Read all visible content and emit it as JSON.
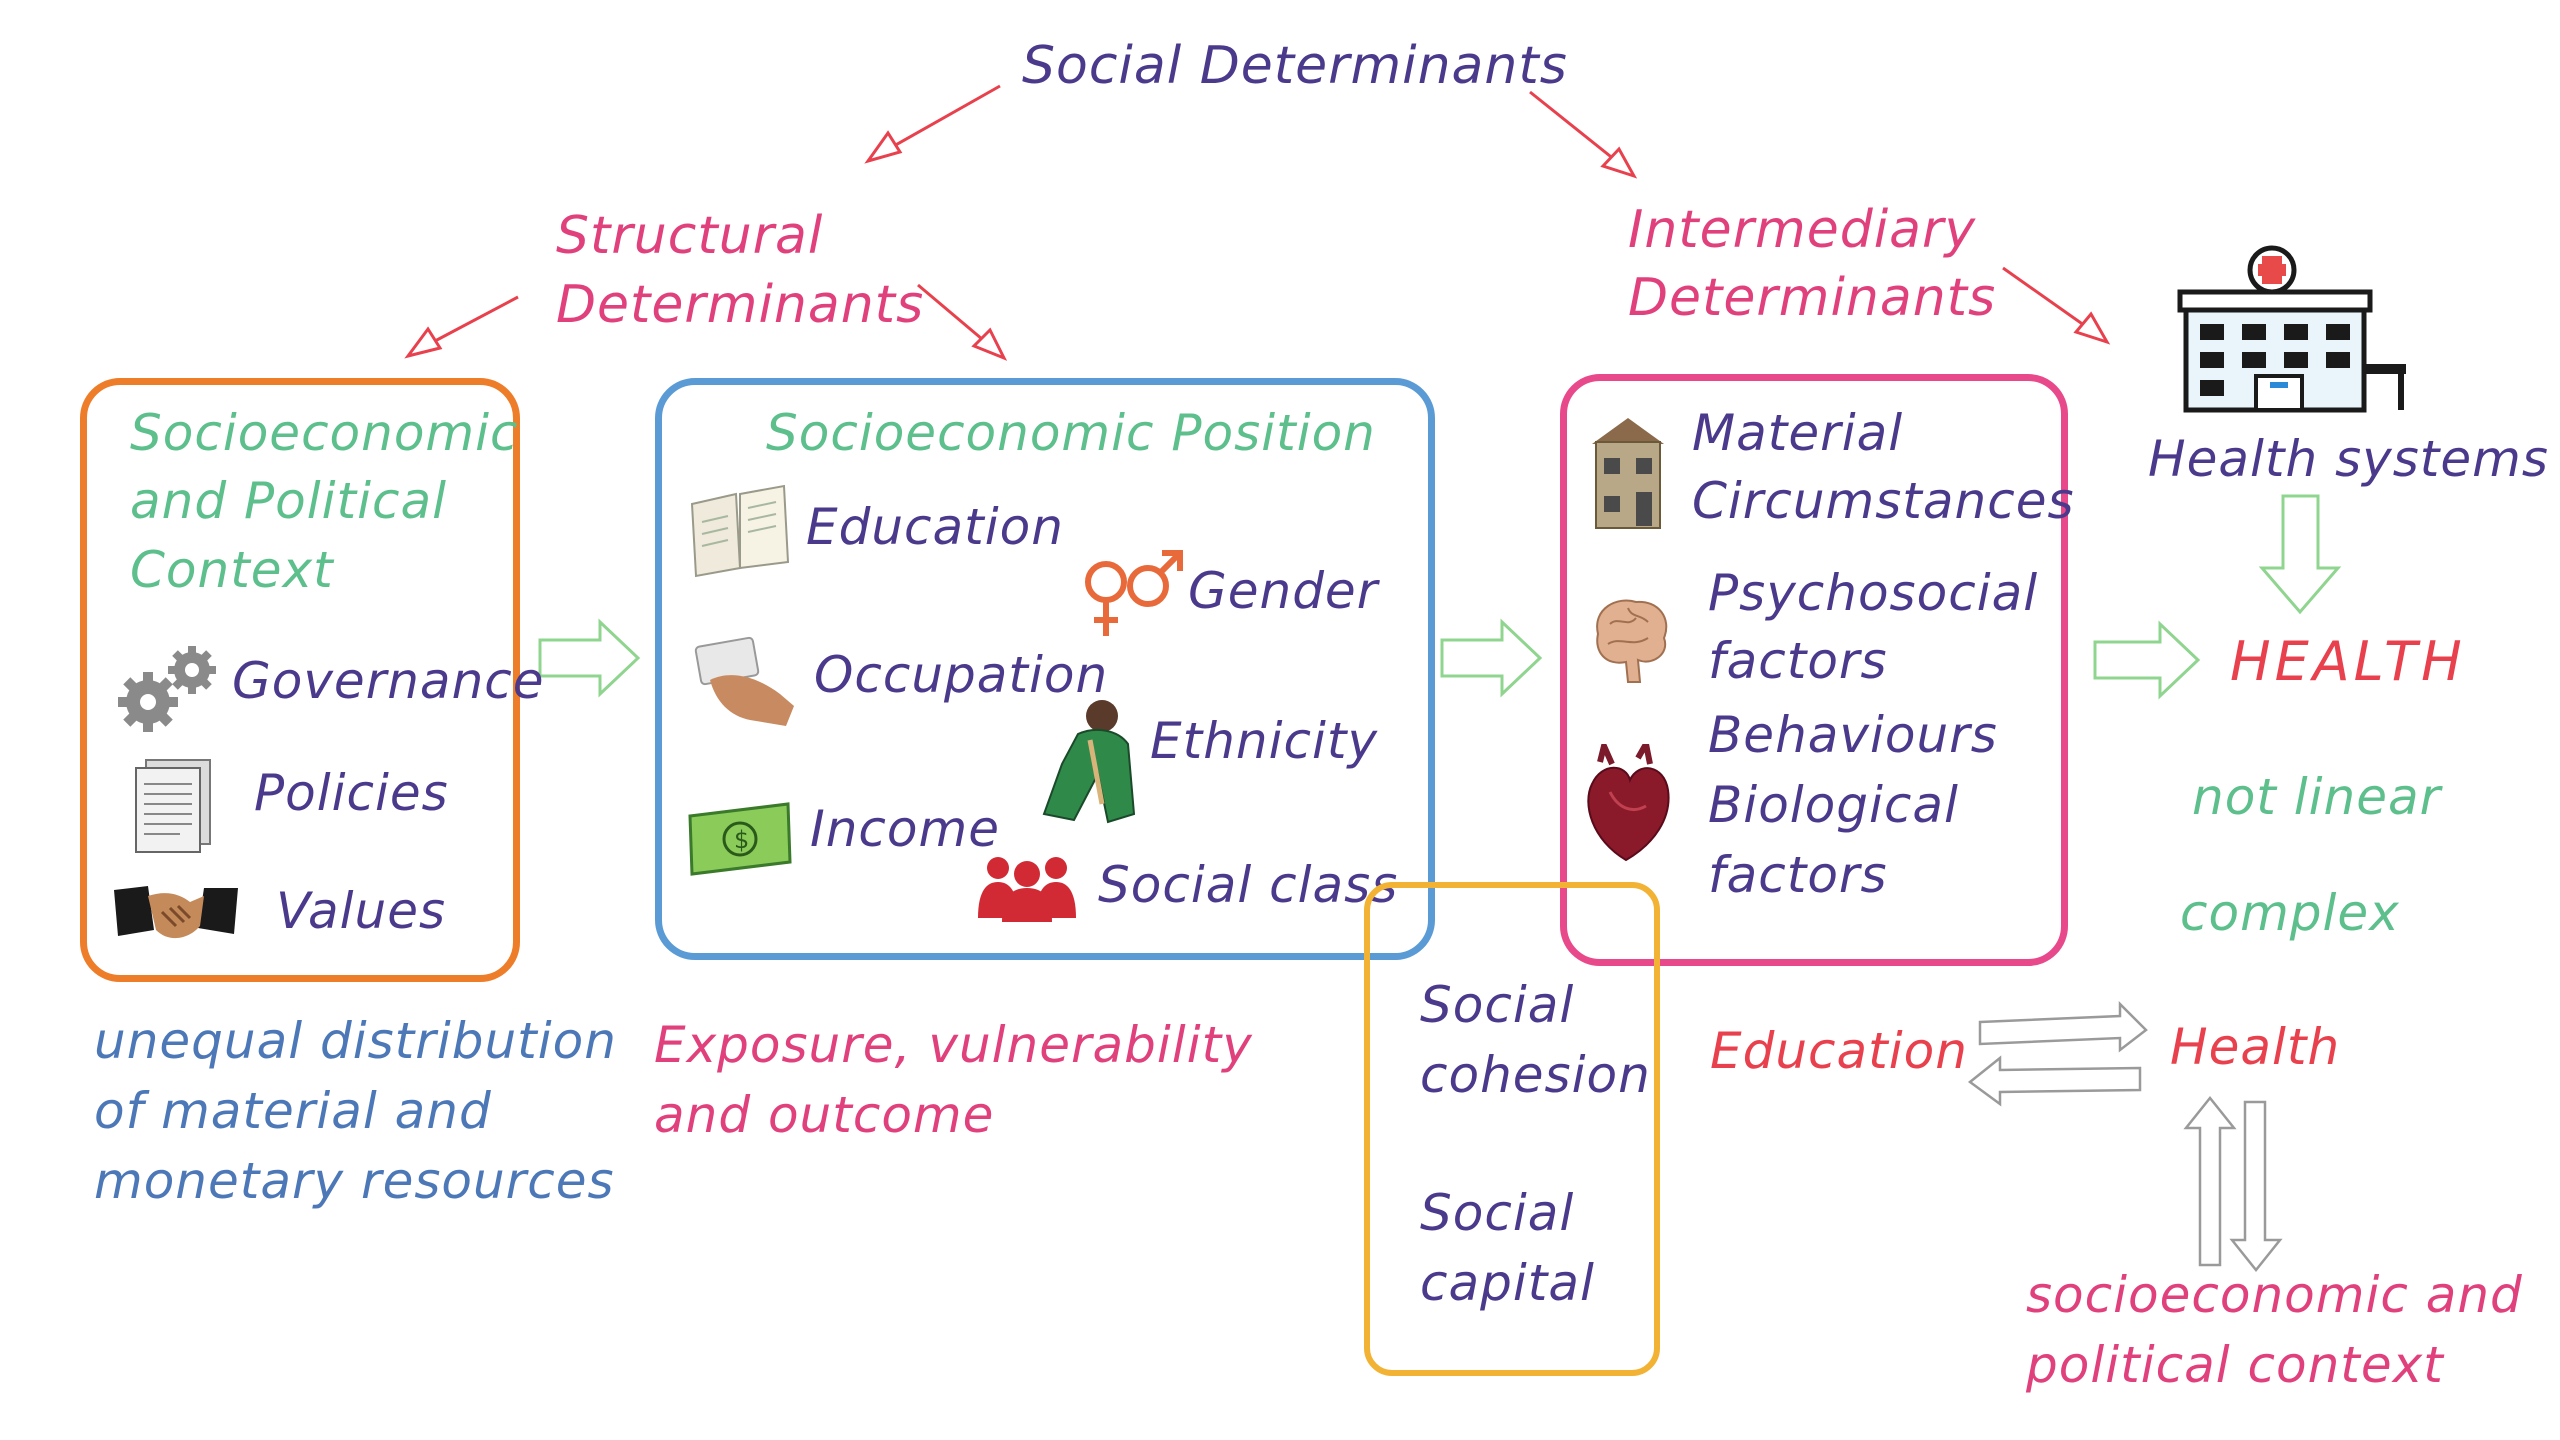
{
  "title": "Social Determinants",
  "structural": {
    "line1": "Structural",
    "line2": "Determinants"
  },
  "intermediary": {
    "line1": "Intermediary",
    "line2": "Determinants"
  },
  "context_box": {
    "heading": [
      "Socioeconomic",
      "and Political",
      "Context"
    ],
    "items": [
      "Governance",
      "Policies",
      "Values"
    ]
  },
  "position_box": {
    "heading": "Socioeconomic Position",
    "items": {
      "education": "Education",
      "gender": "Gender",
      "occupation": "Occupation",
      "ethnicity": "Ethnicity",
      "income": "Income",
      "social_class": "Social class"
    }
  },
  "intermediary_box": {
    "items": [
      "Material",
      "Circumstances",
      "Psychosocial",
      "factors",
      "Behaviours",
      "Biological",
      "factors"
    ]
  },
  "health_systems": "Health systems",
  "health": "HEALTH",
  "notes": {
    "not_linear": "not linear",
    "complex": "complex"
  },
  "cohesion_box": {
    "items": [
      "Social",
      "cohesion",
      "Social",
      "capital"
    ]
  },
  "bottom_left": [
    "unequal distribution",
    "of material and",
    "monetary resources"
  ],
  "bottom_mid": [
    "Exposure, vulnerability",
    "and outcome"
  ],
  "loop": {
    "education": "Education",
    "health": "Health",
    "context": [
      "socioeconomic and",
      "political context"
    ]
  },
  "colors": {
    "purple": "#4b3a8c",
    "pink": "#e0417d",
    "green": "#5cbf8c",
    "blue": "#4d78b8",
    "red": "#e8414d",
    "orange": "#ee7d2a",
    "box_blue": "#5b9bd5",
    "box_pink": "#e8498b",
    "box_yellow": "#f2b233"
  },
  "icons": [
    "book-icon",
    "gender-icon",
    "id-card-hand-icon",
    "person-icon",
    "banknote-icon",
    "people-group-icon",
    "gears-icon",
    "document-icon",
    "handshake-icon",
    "house-icon",
    "brain-icon",
    "heart-icon",
    "hospital-icon"
  ]
}
